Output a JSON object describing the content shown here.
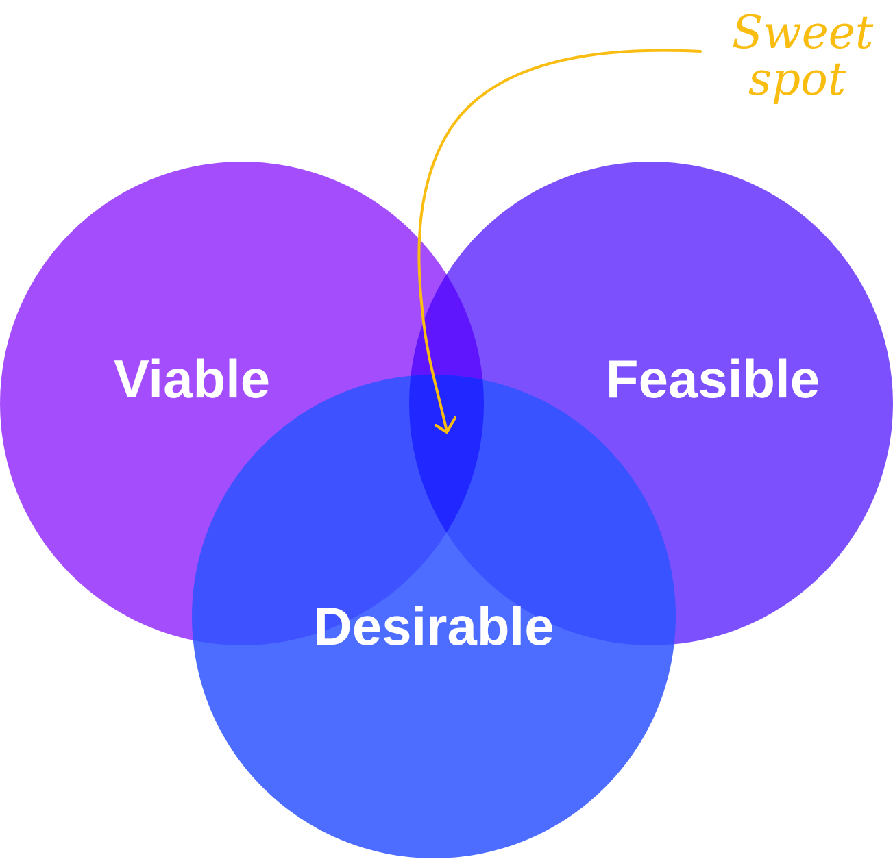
{
  "colors": {
    "viable": "#A34DFC",
    "feasible": "#7C50FD",
    "desirable": "#3C5CFF",
    "viable_feasible_overlap": "#6016FD",
    "center_overlap": "#2028FF",
    "annotation": "#F9BD12",
    "label_text": "#FFFFFF"
  },
  "circles": {
    "viable": {
      "label": "Viable"
    },
    "feasible": {
      "label": "Feasible"
    },
    "desirable": {
      "label": "Desirable"
    }
  },
  "annotation": {
    "line1": "Sweet",
    "line2": "spot"
  }
}
